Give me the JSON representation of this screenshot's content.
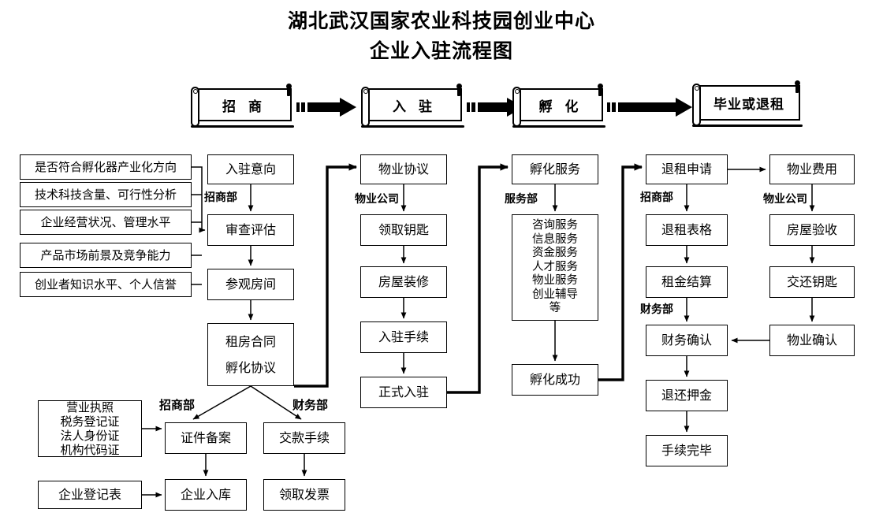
{
  "title": {
    "line1": "湖北武汉国家农业科技园创业中心",
    "line2": "企业入驻流程图"
  },
  "stages": [
    {
      "label": "招  商"
    },
    {
      "label": "入  驻"
    },
    {
      "label": "孵  化"
    },
    {
      "label": "毕业或退租"
    }
  ],
  "criteria": [
    "是否符合孵化器产业化方向",
    "技术科技含量、可行性分析",
    "企业经营状况、管理水平",
    "产品市场前景及竞争能力",
    "创业者知识水平、个人信誉"
  ],
  "col_recruit": {
    "dept": "招商部",
    "steps": [
      "入驻意向",
      "审查评估",
      "参观房间"
    ],
    "contract_lines": [
      "租房合同",
      "孵化协议"
    ]
  },
  "col_property": {
    "dept": "物业公司",
    "steps": [
      "物业协议",
      "领取钥匙",
      "房屋装修",
      "入驻手续",
      "正式入驻"
    ]
  },
  "col_incubate": {
    "dept": "服务部",
    "head": "孵化服务",
    "services": [
      "咨询服务",
      "信息服务",
      "资金服务",
      "人才服务",
      "物业服务",
      "创业辅导",
      "等"
    ],
    "tail": "孵化成功"
  },
  "col_exit": {
    "dept1": "招商部",
    "dept2": "财务部",
    "steps": [
      "退租申请",
      "退租表格",
      "租金结算",
      "财务确认",
      "退还押金",
      "手续完毕"
    ]
  },
  "col_handover": {
    "dept": "物业公司",
    "steps": [
      "物业费用",
      "房屋验收",
      "交还钥匙",
      "物业确认"
    ]
  },
  "bottom": {
    "dept_left": "招商部",
    "dept_right": "财务部",
    "docs": [
      "营业执照",
      "税务登记证",
      "法人身份证",
      "机构代码证"
    ],
    "registration_form": "企业登记表",
    "filing": "证件备案",
    "payment": "交款手续",
    "entry": "企业入库",
    "invoice": "领取发票"
  },
  "colors": {
    "line": "#000000",
    "background": "#ffffff"
  }
}
